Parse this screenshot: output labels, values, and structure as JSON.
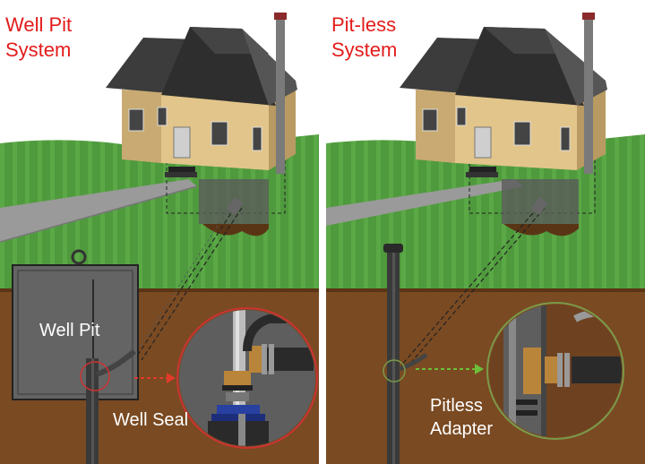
{
  "panels": {
    "left": {
      "title_line1": "Well Pit",
      "title_line2": "System",
      "pit_label": "Well Pit",
      "seal_label": "Well Seal"
    },
    "right": {
      "title_line1": "Pit-less",
      "title_line2": "System",
      "adapter_line1": "Pitless",
      "adapter_line2": "Adapter"
    }
  },
  "colors": {
    "title": "#e31b1b",
    "sky": "#ffffff",
    "grass": "#4f9a3d",
    "soil": "#7a4a22",
    "house_wall": "#e2c58a",
    "roof": "#3c3c3c",
    "pit": "#646464",
    "callout_bg": "#7a4a22",
    "callout_ring_left": "#cc3333",
    "callout_ring_right": "#7a9a4a",
    "seal_blue": "#2840a0",
    "brass": "#b9853a",
    "arrow_left": "#e03a2a",
    "arrow_right": "#6bbf3a"
  },
  "icons": {
    "house": "house-illustration",
    "pit": "well-pit-box",
    "casing": "well-casing-pipe",
    "seal": "well-seal-detail",
    "adapter": "pitless-adapter-detail"
  }
}
